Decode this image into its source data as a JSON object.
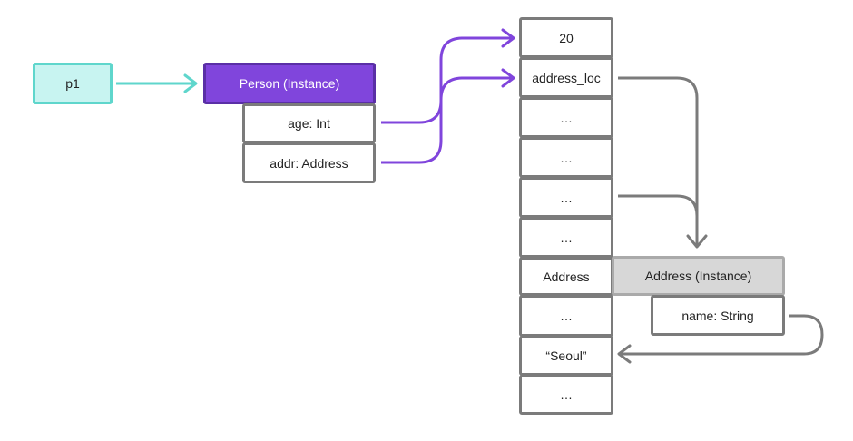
{
  "colors": {
    "teal": "#5fd6cc",
    "teal_fill": "#c8f4f1",
    "purple": "#8045dc",
    "purple_border": "#5a2fa6",
    "gray": "#7b7b7b",
    "gray_fill": "#d7d7d7"
  },
  "variable": {
    "label": "p1"
  },
  "person": {
    "title": "Person (Instance)",
    "fields": [
      "age: Int",
      "addr: Address"
    ]
  },
  "memory": {
    "cells": [
      "20",
      "address_loc",
      "…",
      "…",
      "…",
      "…",
      "Address",
      "…",
      "“Seoul”",
      "…"
    ]
  },
  "address_instance": {
    "title": "Address (Instance)",
    "fields": [
      "name: String"
    ]
  }
}
